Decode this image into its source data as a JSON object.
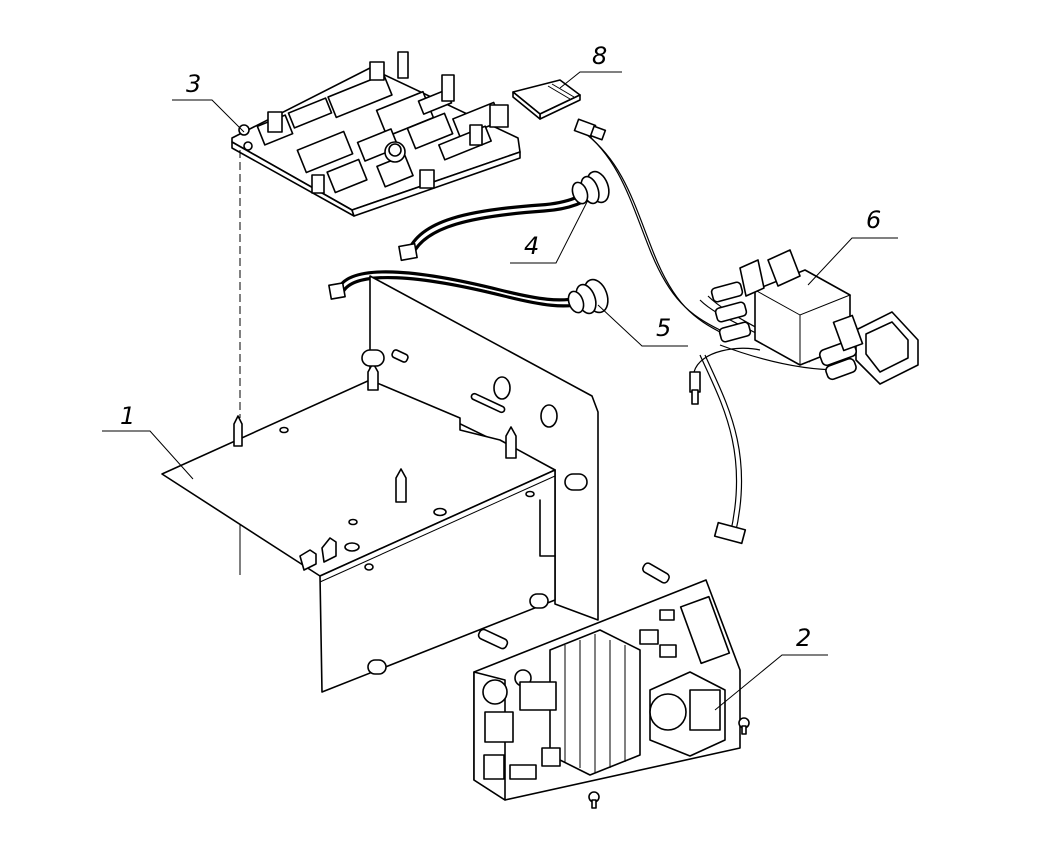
{
  "callouts": [
    {
      "id": "1",
      "label": "1"
    },
    {
      "id": "2",
      "label": "2"
    },
    {
      "id": "3",
      "label": "3"
    },
    {
      "id": "4",
      "label": "4"
    },
    {
      "id": "5",
      "label": "5"
    },
    {
      "id": "6",
      "label": "6"
    },
    {
      "id": "8",
      "label": "8"
    }
  ]
}
